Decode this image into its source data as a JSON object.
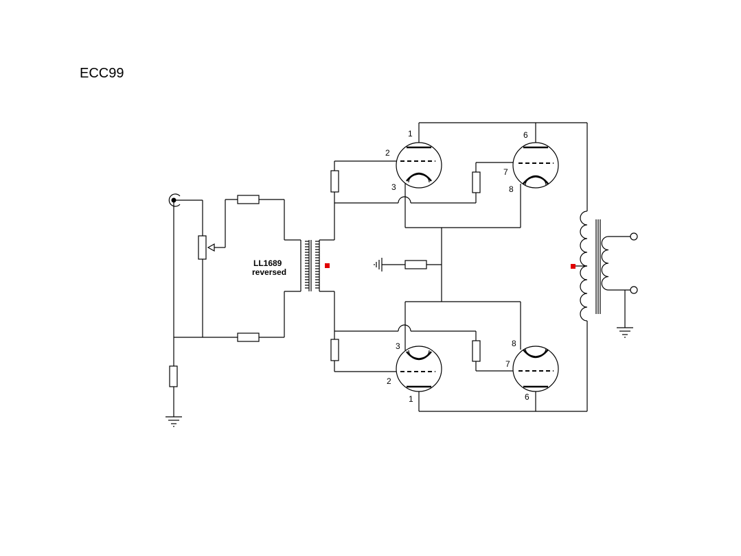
{
  "title": "ECC99",
  "transformer_label": {
    "line1": "LL1689",
    "line2": "reversed"
  },
  "tubes": [
    {
      "id": "upper-left",
      "anode": "1",
      "grid": "2",
      "cathode": "3"
    },
    {
      "id": "upper-right",
      "anode": "6",
      "grid": "7",
      "cathode": "8"
    },
    {
      "id": "lower-left",
      "anode": "1",
      "grid": "2",
      "cathode": "3"
    },
    {
      "id": "lower-right",
      "anode": "6",
      "grid": "7",
      "cathode": "8"
    }
  ],
  "colors": {
    "wire": "#000000",
    "marker": "#e00000",
    "resistor_fill": "#ffffff"
  }
}
